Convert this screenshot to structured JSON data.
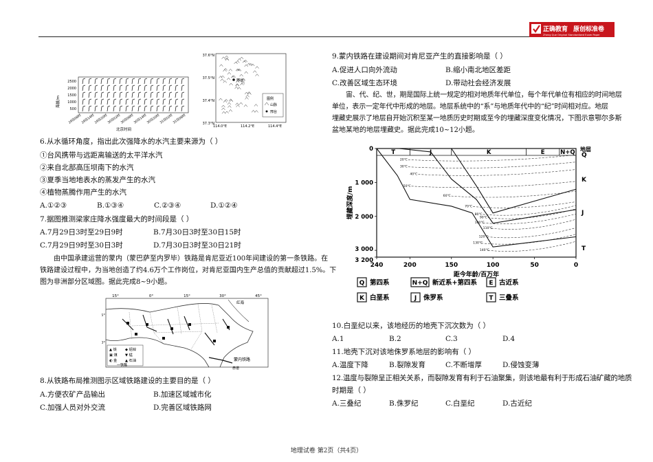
{
  "brand": {
    "name": "正确教育",
    "slogan": "原创标准卷",
    "tagline": "Zheng Que Original Standardized Exam Paper"
  },
  "fig_wind": {
    "y_label": "海拔/m",
    "y_ticks": [
      "2500",
      "2000",
      "1500",
      "1000",
      "500"
    ],
    "x_ticks": [
      "29日08时",
      "29日14时",
      "29日20时",
      "30日02时",
      "30日08时",
      "30日14时",
      "30日20时",
      "31日02时",
      "31日08时"
    ],
    "x_label": "北京时间"
  },
  "fig_map": {
    "lat_ticks": [
      "37.6°N",
      "37.5°N",
      "37.4°N",
      "37.3°N"
    ],
    "lon_ticks": [
      "114.0°E",
      "114.2°E",
      "114.4°E"
    ],
    "legend_title": "图例",
    "legend_mountain": "山脉",
    "legend_city": "邢台",
    "city_label": "邢台"
  },
  "q6": {
    "stem": "6.从水循环角度，指出此次强降水的水汽主要来源为（    ）",
    "items": [
      "①台风携带与远距离输送的太平洋水汽",
      "②来自北部高压坝南下的水汽",
      "③夏季当地地表水的蒸发产生的水汽",
      "④植物蒸腾作用产生的水汽"
    ],
    "options": [
      "A.①②③",
      "B.①③④",
      "C.②③④",
      "D.①②④"
    ]
  },
  "q7": {
    "stem": "7.据图推测梁家庄降水强度最大的时间段是（    ）",
    "options": [
      "A.7月29日3时至29日9时",
      "B.7月30日3时至30日15时",
      "C.7月29日9时至30日3时",
      "D.7月30日3时至30日21时"
    ]
  },
  "passage1": {
    "lines": [
      "由中国承建运营的蒙内（蒙巴萨至内罗毕）铁路是肯尼亚近100年间建设的第一条铁路。在",
      "铁路建设过程中，为当地创造了约4.6万个工作岗位，对肯尼亚国内生产总值的贡献超过1.5%。下",
      "图为非洲部分区域图。据此完成8~9小题。"
    ]
  },
  "fig_africa": {
    "lon_ticks": [
      "15°",
      "0°",
      "15°",
      "30°",
      "45°"
    ],
    "lat_ticks": [
      "15°",
      "0°"
    ],
    "water": "红海",
    "railway_label": "蒙内铁路",
    "port_label": "赤道",
    "legend": [
      "▲ 铁",
      "◆ 铝锌",
      "▣ 煤",
      "▼ 锰",
      "◐ 金",
      "▲ 石油"
    ],
    "legend_rail": "一铁路"
  },
  "q8": {
    "stem": "8.从铁路布局推测图示区域铁路建设的主要目的是（    ）",
    "options": [
      "A.方便农矿产品输出",
      "B.加速区域城市化",
      "C.加强人员对外交流",
      "D.完善区域铁路网"
    ]
  },
  "q9": {
    "stem": "9.蒙内铁路在建设期间对肯尼亚产生的直接影响是（    ）",
    "options": [
      "A.促进人口向外流动",
      "B.缩小南北地区差距",
      "C.改善区域生态环境",
      "D.带动社会经济发展"
    ]
  },
  "passage2": {
    "lines": [
      "宙、代、纪、世，期是国际上统一规定的相对地质年代单位，每个年代单位有相应的时间地层",
      "单位，表示一定年代中形成的地层。地层系统中的“系”与地质年代中的“纪”时间相对应。地层",
      "埋藏史展示了地层自开始沉积至某一地质历史时期或至今的埋藏深度变化情况，下图示意鄂尔多斯",
      "盆地某地的地层埋藏史。据此完成10~12小题。"
    ]
  },
  "chart_data": {
    "type": "line",
    "title": "",
    "xlabel": "距今年龄/百万年",
    "ylabel": "埋藏深度/m",
    "x_ticks": [
      240,
      200,
      150,
      100,
      50,
      0
    ],
    "y_ticks": [
      "0",
      "1 000",
      "2 000",
      "3 000",
      "3 200"
    ],
    "xlim": [
      240,
      0
    ],
    "ylim": [
      0,
      3200
    ],
    "period_bar": [
      "T",
      "J",
      "K",
      "E",
      "N+Q"
    ],
    "right_label_title": "地层",
    "right_labels": [
      "Q",
      "K",
      "J",
      "T"
    ],
    "isotherm_labels": [
      {
        "label": "20℃",
        "x": 212,
        "y": 350
      },
      {
        "label": "30℃",
        "x": 212,
        "y": 560
      },
      {
        "label": "40℃",
        "x": 200,
        "y": 780
      },
      {
        "label": "50℃",
        "x": 208,
        "y": 1130
      },
      {
        "label": "60℃",
        "x": 160,
        "y": 1420
      },
      {
        "label": "70℃",
        "x": 134,
        "y": 1730
      },
      {
        "label": "80℃",
        "x": 122,
        "y": 1960
      },
      {
        "label": "90℃",
        "x": 116,
        "y": 2060
      },
      {
        "label": "100℃",
        "x": 122,
        "y": 2210
      },
      {
        "label": "110℃",
        "x": 112,
        "y": 2370
      },
      {
        "label": "120℃",
        "x": 117,
        "y": 2620
      },
      {
        "label": "130℃",
        "x": 124,
        "y": 2810
      },
      {
        "label": "140℃",
        "x": 116,
        "y": 3020
      }
    ],
    "series": [
      {
        "x": [
          240,
          215,
          200,
          150,
          125,
          100,
          0
        ],
        "y": [
          0,
          800,
          1500,
          1700,
          1900,
          2900,
          2600
        ]
      },
      {
        "x": [
          213,
          175,
          150,
          120,
          100,
          0
        ],
        "y": [
          0,
          100,
          900,
          1500,
          2200,
          1800
        ]
      },
      {
        "x": [
          150,
          120,
          100,
          0
        ],
        "y": [
          0,
          1100,
          1900,
          1200
        ]
      }
    ],
    "legend": [
      {
        "code": "Q",
        "name": "第四系"
      },
      {
        "code": "N+Q",
        "name": "新近系+第四系"
      },
      {
        "code": "E",
        "name": "古近系"
      },
      {
        "code": "K",
        "name": "白垩系"
      },
      {
        "code": "J",
        "name": "侏罗系"
      },
      {
        "code": "T",
        "name": "三叠系"
      }
    ]
  },
  "q10": {
    "stem": "10.白垩纪以来，该地经历的地壳下沉次数为（    ）",
    "options": [
      "A.1",
      "B.2",
      "C.3",
      "D.4"
    ]
  },
  "q11": {
    "stem": "11.地壳下沉对该地侏罗系地层的影响有（    ）",
    "options": [
      "A.温度下降",
      "B.裂隙发育",
      "C.不断增厚",
      "D.侵蚀变薄"
    ]
  },
  "q12": {
    "stem_line1": "12.温度与裂隙呈正相关关系，而裂隙发育有利于石油聚集，则该地最有利于形成石油矿藏的地质",
    "stem_line2": "时期是（    ）",
    "options": [
      "A.三叠纪",
      "B.侏罗纪",
      "C.白垩纪",
      "D.古近纪"
    ]
  },
  "footer": "地理试卷  第2页（共4页）"
}
